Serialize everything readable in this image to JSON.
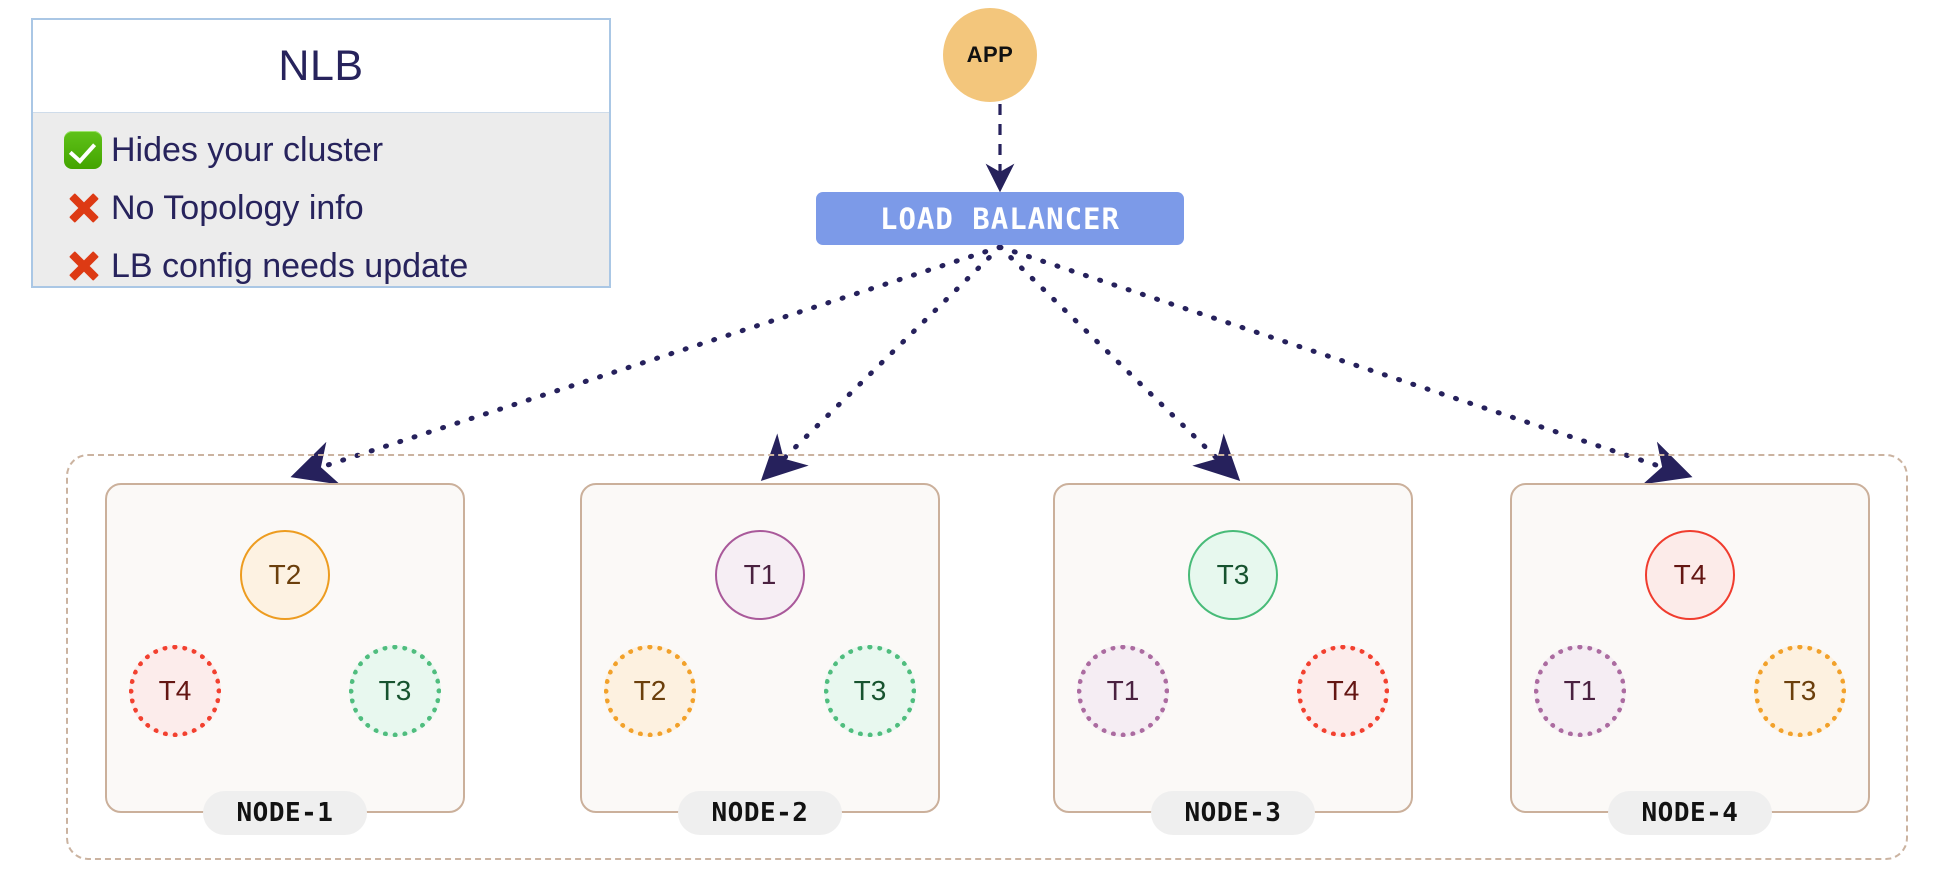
{
  "legend": {
    "title": "NLB",
    "rows": [
      {
        "icon": "check-icon",
        "status": "yes",
        "text": "Hides your cluster"
      },
      {
        "icon": "cross-icon",
        "status": "no",
        "text": "No Topology info"
      },
      {
        "icon": "cross-icon",
        "status": "no",
        "text": "LB config needs update"
      }
    ]
  },
  "topology": {
    "app": {
      "label": "APP",
      "color": "#f3c67c"
    },
    "load_balancer": {
      "label": "LOAD  BALANCER",
      "color": "#7c9ae8"
    },
    "arrow_color": "#26215c",
    "cluster_border_color": "#cbb3a0",
    "node_border_color": "#cbb09b",
    "nodes": [
      {
        "label": "NODE-1",
        "primary": {
          "label": "T2",
          "style": "solid",
          "color": "#ed9c20"
        },
        "replicas": [
          {
            "label": "T4",
            "style": "dotted",
            "color": "#f2402f"
          },
          {
            "label": "T3",
            "style": "dotted",
            "color": "#4fbd7e"
          }
        ]
      },
      {
        "label": "NODE-2",
        "primary": {
          "label": "T1",
          "style": "solid",
          "color": "#a9599a"
        },
        "replicas": [
          {
            "label": "T2",
            "style": "dotted",
            "color": "#f2a12a"
          },
          {
            "label": "T3",
            "style": "dotted",
            "color": "#4fbd7e"
          }
        ]
      },
      {
        "label": "NODE-3",
        "primary": {
          "label": "T3",
          "style": "solid",
          "color": "#48bb78"
        },
        "replicas": [
          {
            "label": "T1",
            "style": "dotted",
            "color": "#ab6ba0"
          },
          {
            "label": "T4",
            "style": "dotted",
            "color": "#f2402f"
          }
        ]
      },
      {
        "label": "NODE-4",
        "primary": {
          "label": "T4",
          "style": "solid",
          "color": "#f03c2e"
        },
        "replicas": [
          {
            "label": "T1",
            "style": "dotted",
            "color": "#ab6ba0"
          },
          {
            "label": "T3",
            "style": "dotted",
            "color": "#f2a12a"
          }
        ]
      }
    ]
  }
}
